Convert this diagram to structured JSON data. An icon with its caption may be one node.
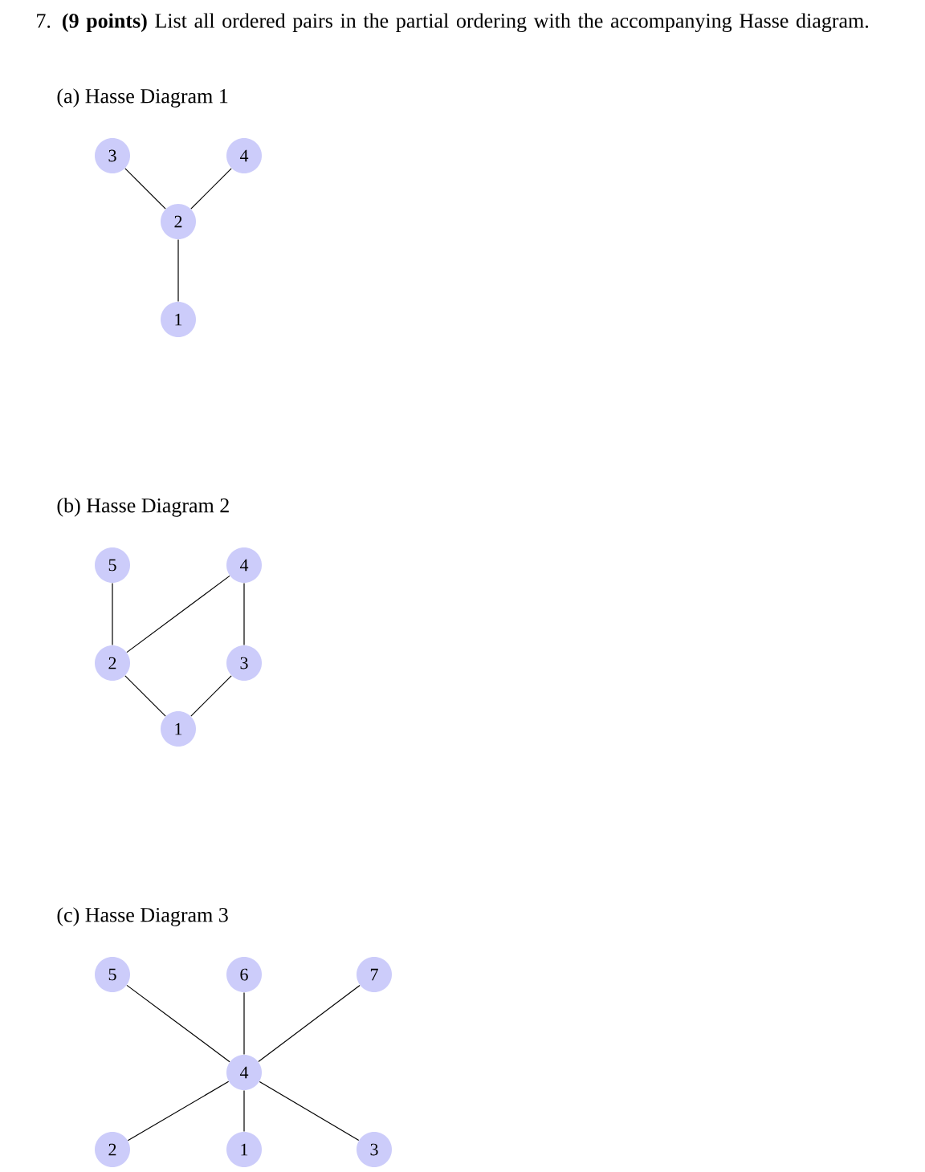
{
  "diagram": {
    "title": "7. **(9 points)** List all ordered pairs in the partial ordering with the accompanying Hasse diagram.",
    "nodes": [
      {
        "text": [
          "3"
        ]
      },
      {
        "text": [
          "4"
        ]
      },
      {
        "text": [
          "2"
        ]
      },
      {
        "text": [
          "1"
        ]
      },
      {
        "text": [
          "5"
        ]
      },
      {
        "text": [
          "4"
        ]
      },
      {
        "text": [
          "2"
        ]
      },
      {
        "text": [
          "3"
        ]
      },
      {
        "text": [
          "1"
        ]
      },
      {
        "text": [
          "5"
        ]
      },
      {
        "text": [
          "6"
        ]
      },
      {
        "text": [
          "7"
        ]
      },
      {
        "text": [
          "4"
        ]
      },
      {
        "text": [
          "2"
        ]
      },
      {
        "text": [
          "1"
        ]
      },
      {
        "text": [
          "3"
        ]
      }
    ],
    "edges": [
      {
        "from": 0,
        "to": 2,
        "arrow": "none"
      },
      {
        "from": 1,
        "to": 2,
        "arrow": "none"
      },
      {
        "from": 2,
        "to": 3,
        "arrow": "none"
      },
      {
        "from": 4,
        "to": 6,
        "arrow": "none"
      },
      {
        "from": 5,
        "to": 6,
        "arrow": "none"
      },
      {
        "from": 5,
        "to": 7,
        "arrow": "none"
      },
      {
        "from": 6,
        "to": 8,
        "arrow": "none"
      },
      {
        "from": 7,
        "to": 8,
        "arrow": "none"
      },
      {
        "from": 9,
        "to": 12,
        "arrow": "none"
      },
      {
        "from": 10,
        "to": 12,
        "arrow": "none"
      },
      {
        "from": 11,
        "to": 12,
        "arrow": "none"
      },
      {
        "from": 12,
        "to": 13,
        "arrow": "none"
      },
      {
        "from": 12,
        "to": 14,
        "arrow": "none"
      },
      {
        "from": 12,
        "to": 15,
        "arrow": "none"
      }
    ],
    "labels": [
      "(a) Hasse Diagram 1",
      "(b) Hasse Diagram 2",
      "(c) Hasse Diagram 3"
    ]
  }
}
